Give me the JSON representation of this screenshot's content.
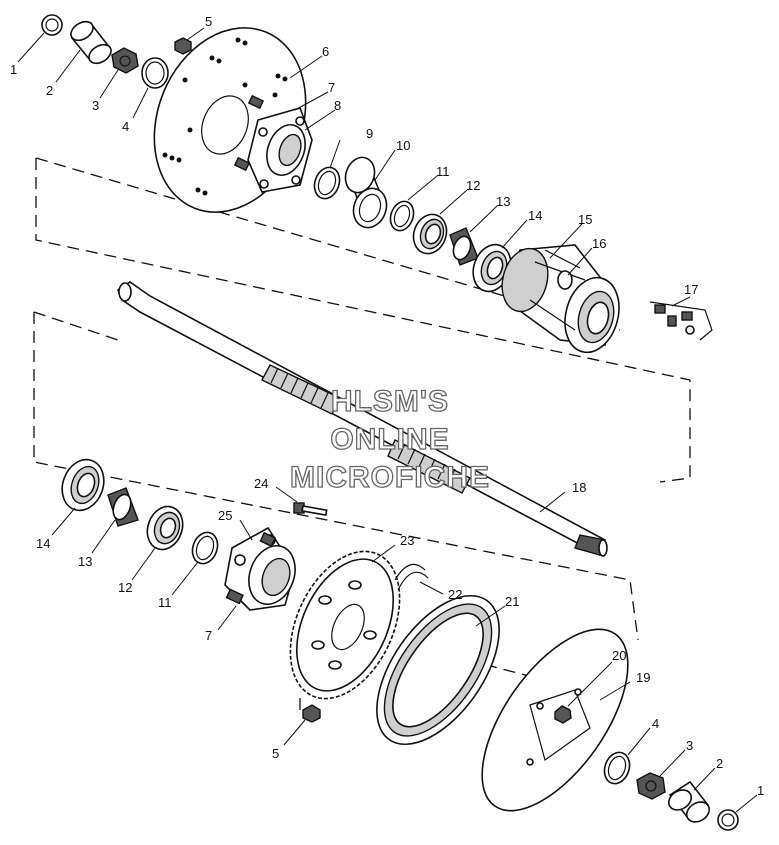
{
  "watermark": {
    "line1": "HLSM'S",
    "line2": "ONLINE",
    "line3": "MICROFICHE"
  },
  "callouts": {
    "c1a": "1",
    "c2a": "2",
    "c3a": "3",
    "c4a": "4",
    "c5a": "5",
    "c6": "6",
    "c7a": "7",
    "c8": "8",
    "c9": "9",
    "c10": "10",
    "c11a": "11",
    "c12a": "12",
    "c13a": "13",
    "c14a": "14",
    "c15": "15",
    "c16": "16",
    "c17": "17",
    "c18": "18",
    "c14b": "14",
    "c13b": "13",
    "c12b": "12",
    "c11b": "11",
    "c25": "25",
    "c24": "24",
    "c23": "23",
    "c22": "22",
    "c21": "21",
    "c7b": "7",
    "c5b": "5",
    "c20": "20",
    "c19": "19",
    "c4b": "4",
    "c3b": "3",
    "c2b": "2",
    "c1b": "1"
  }
}
